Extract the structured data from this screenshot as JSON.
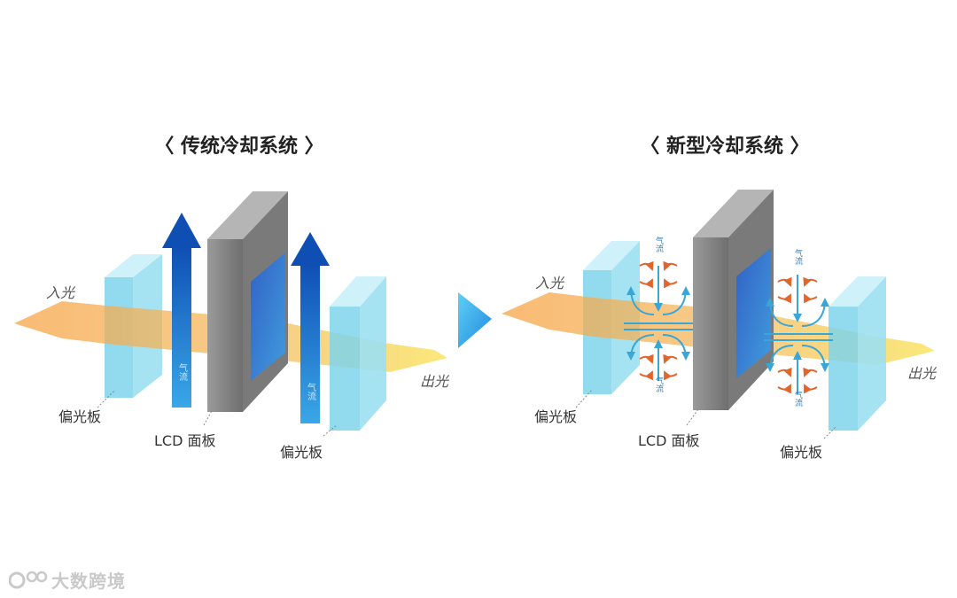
{
  "left_panel": {
    "title": "〈 传统冷却系统 〉",
    "light_in": "入光",
    "light_out": "出光",
    "airflow_a": "气流",
    "airflow_b": "气流",
    "polarizer_front": "偏光板",
    "lcd_panel": "LCD 面板",
    "polarizer_back": "偏光板"
  },
  "right_panel": {
    "title": "〈 新型冷却系统 〉",
    "light_in": "入光",
    "light_out": "出光",
    "airflow_a_top": "气流",
    "airflow_a_bottom": "气流",
    "airflow_b_top": "气流",
    "airflow_b_bottom": "气流",
    "polarizer_front": "偏光板",
    "lcd_panel": "LCD 面板",
    "polarizer_back": "偏光板"
  },
  "watermark": "大数跨境",
  "colors": {
    "polarizer": "#7fd3ea",
    "lcd": "#8c8c8c",
    "inner_panel": "#2f6ed8",
    "airflow_arrow": "#1a6fcf",
    "light_beam": "#f6b04a",
    "light_beam_end": "#f7e26a",
    "swirl_blue": "#3aa6d6",
    "swirl_orange": "#e0662c",
    "connector": "#39b0ea"
  }
}
